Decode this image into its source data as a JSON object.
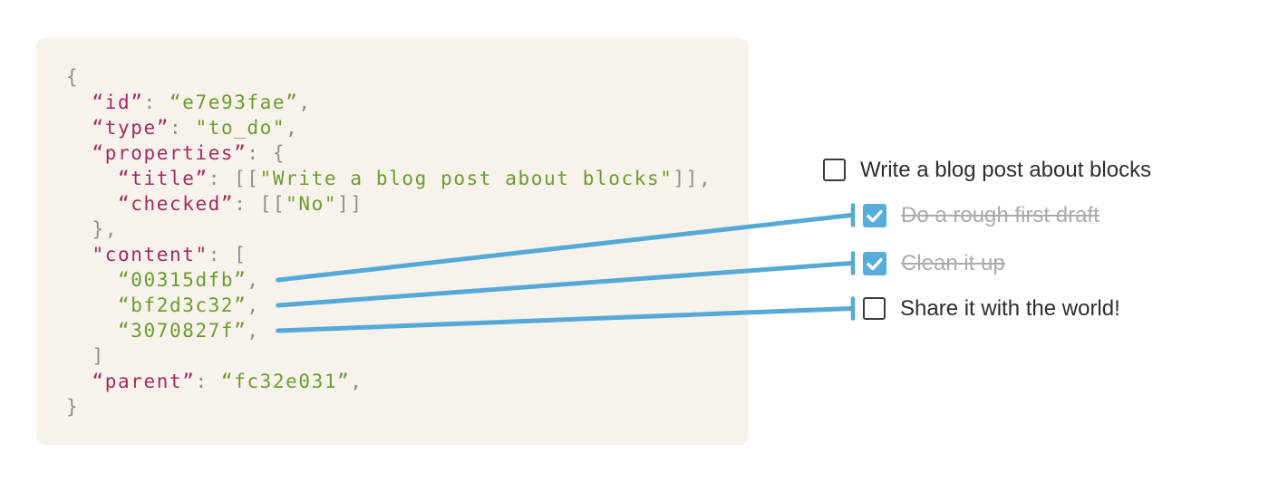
{
  "colors": {
    "key": "#A32A62",
    "string": "#6B9C2D",
    "punctuation": "#908E88",
    "code_background": "#F7F3EC",
    "connector_blue": "#55A9D7",
    "checkbox_checked": "#58ACDA",
    "checkbox_border": "#3B3B3B",
    "todo_text": "#2D2D2D",
    "done_text": "#ABABAB"
  },
  "code_panel": {
    "lines": [
      {
        "tokens": [
          {
            "t": "punc",
            "v": "{"
          }
        ]
      },
      {
        "tokens": [
          {
            "t": "punc",
            "v": "  "
          },
          {
            "t": "key",
            "v": "“id”"
          },
          {
            "t": "punc",
            "v": ": "
          },
          {
            "t": "str",
            "v": "“e7e93fae”"
          },
          {
            "t": "punc",
            "v": ","
          }
        ]
      },
      {
        "tokens": [
          {
            "t": "punc",
            "v": "  "
          },
          {
            "t": "key",
            "v": "“type”"
          },
          {
            "t": "punc",
            "v": ": "
          },
          {
            "t": "str",
            "v": "\"to_do\""
          },
          {
            "t": "punc",
            "v": ","
          }
        ]
      },
      {
        "tokens": [
          {
            "t": "punc",
            "v": "  "
          },
          {
            "t": "key",
            "v": "“properties”"
          },
          {
            "t": "punc",
            "v": ": {"
          }
        ]
      },
      {
        "tokens": [
          {
            "t": "punc",
            "v": "    "
          },
          {
            "t": "key",
            "v": "“title”"
          },
          {
            "t": "punc",
            "v": ": [["
          },
          {
            "t": "str",
            "v": "\"Write a blog post about blocks\""
          },
          {
            "t": "punc",
            "v": "]],"
          }
        ]
      },
      {
        "tokens": [
          {
            "t": "punc",
            "v": "    "
          },
          {
            "t": "key",
            "v": "“checked”"
          },
          {
            "t": "punc",
            "v": ": [["
          },
          {
            "t": "str",
            "v": "\"No\""
          },
          {
            "t": "punc",
            "v": "]]"
          }
        ]
      },
      {
        "tokens": [
          {
            "t": "punc",
            "v": "  },"
          }
        ]
      },
      {
        "tokens": [
          {
            "t": "punc",
            "v": "  "
          },
          {
            "t": "key",
            "v": "\"content\""
          },
          {
            "t": "punc",
            "v": ": ["
          }
        ]
      },
      {
        "content_index": 0,
        "tokens": [
          {
            "t": "punc",
            "v": "    "
          },
          {
            "t": "str",
            "v": "“00315dfb”"
          },
          {
            "t": "punc",
            "v": ","
          }
        ]
      },
      {
        "content_index": 1,
        "tokens": [
          {
            "t": "punc",
            "v": "    "
          },
          {
            "t": "str",
            "v": "“bf2d3c32”"
          },
          {
            "t": "punc",
            "v": ","
          }
        ]
      },
      {
        "content_index": 2,
        "tokens": [
          {
            "t": "punc",
            "v": "    "
          },
          {
            "t": "str",
            "v": "“3070827f”"
          },
          {
            "t": "punc",
            "v": ","
          }
        ]
      },
      {
        "tokens": [
          {
            "t": "punc",
            "v": "  ]"
          }
        ]
      },
      {
        "tokens": [
          {
            "t": "punc",
            "v": "  "
          },
          {
            "t": "key",
            "v": "“parent”"
          },
          {
            "t": "punc",
            "v": ": "
          },
          {
            "t": "str",
            "v": "“fc32e031”"
          },
          {
            "t": "punc",
            "v": ","
          }
        ]
      },
      {
        "tokens": [
          {
            "t": "punc",
            "v": "}"
          }
        ]
      }
    ]
  },
  "todo_list": {
    "items": [
      {
        "label": "Write a blog post about blocks",
        "checked": false,
        "done": false,
        "indent": 0
      },
      {
        "label": "Do a rough first draft",
        "checked": true,
        "done": true,
        "indent": 1
      },
      {
        "label": "Clean it up",
        "checked": true,
        "done": true,
        "indent": 1
      },
      {
        "label": "Share it with the world!",
        "checked": false,
        "done": false,
        "indent": 1
      }
    ]
  },
  "connectors": {
    "links": [
      {
        "content_index": 0,
        "todo_index": 1
      },
      {
        "content_index": 1,
        "todo_index": 2
      },
      {
        "content_index": 2,
        "todo_index": 3
      }
    ]
  }
}
